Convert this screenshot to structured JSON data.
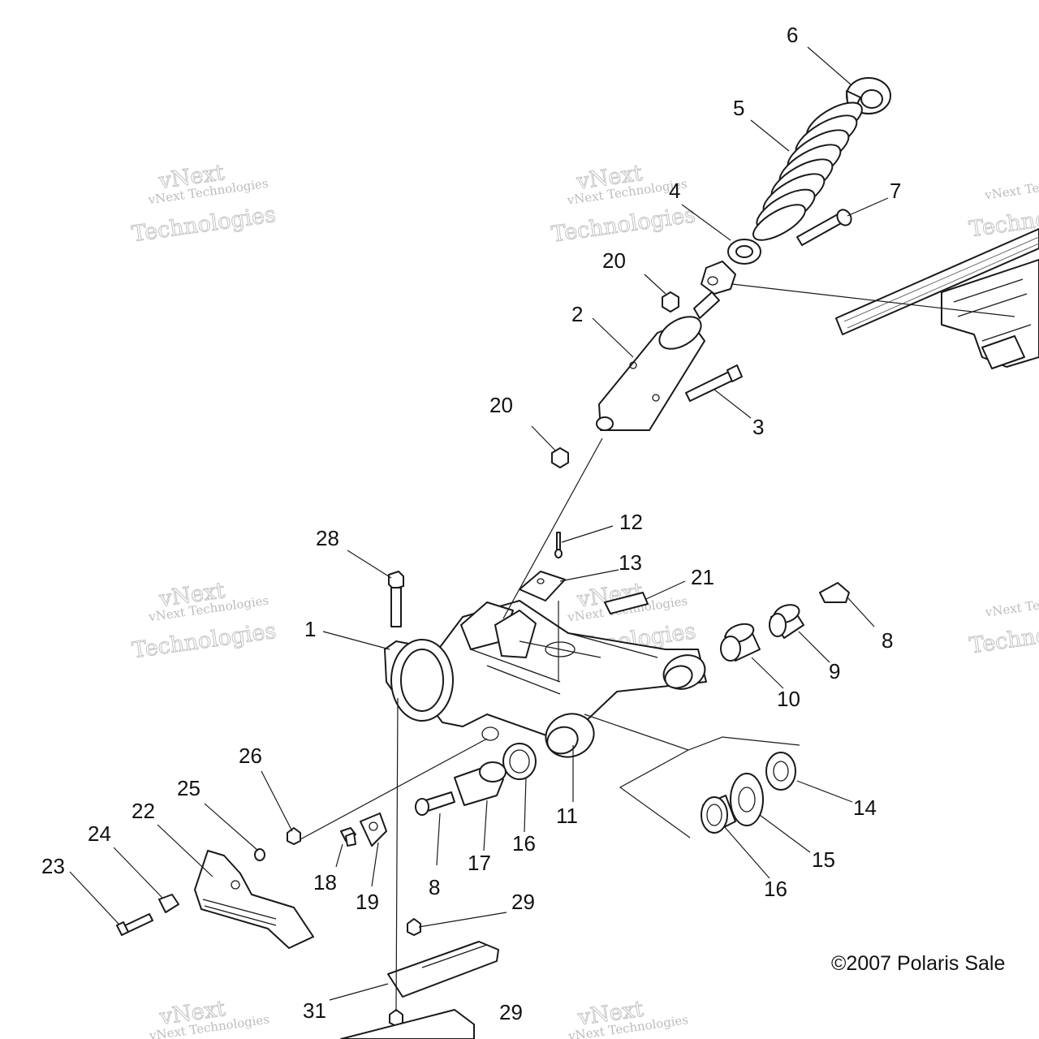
{
  "watermark": {
    "line1": "vNext Technologies",
    "line2": "vNext",
    "line3": "Technologies"
  },
  "copyright": "©2007 Polaris Sale",
  "callouts": {
    "c1": "1",
    "c2": "2",
    "c3": "3",
    "c4": "4",
    "c5": "5",
    "c6": "6",
    "c7": "7",
    "c8a": "8",
    "c8b": "8",
    "c9": "9",
    "c10": "10",
    "c11": "11",
    "c12": "12",
    "c13": "13",
    "c14": "14",
    "c15": "15",
    "c16a": "16",
    "c16b": "16",
    "c17": "17",
    "c18": "18",
    "c19": "19",
    "c20a": "20",
    "c20b": "20",
    "c21": "21",
    "c22": "22",
    "c23": "23",
    "c24": "24",
    "c25": "25",
    "c26": "26",
    "c28": "28",
    "c29a": "29",
    "c29b": "29",
    "c31": "31"
  },
  "colors": {
    "line": "#1a1a1a",
    "watermark": "#bdbdbd",
    "background": "#ffffff"
  }
}
